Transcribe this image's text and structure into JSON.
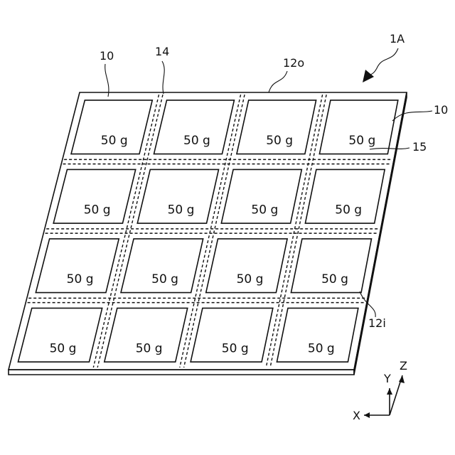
{
  "figure": {
    "ref_sheet": "1A",
    "ref_cell_top": "10",
    "ref_cell_right": "10",
    "ref_perforation": "14",
    "ref_outer_edge": "12o",
    "ref_inner_edge": "12i",
    "ref_notch": "15"
  },
  "grid": {
    "rows": 4,
    "cols": 4,
    "cells": [
      [
        "50 g",
        "50 g",
        "50 g",
        "50 g"
      ],
      [
        "50 g",
        "50 g",
        "50 g",
        "50 g"
      ],
      [
        "50 g",
        "50 g",
        "50 g",
        "50 g"
      ],
      [
        "50 g",
        "50 g",
        "50 g",
        "50 g"
      ]
    ]
  },
  "axes": {
    "x": "X",
    "y": "Y",
    "z": "Z"
  }
}
